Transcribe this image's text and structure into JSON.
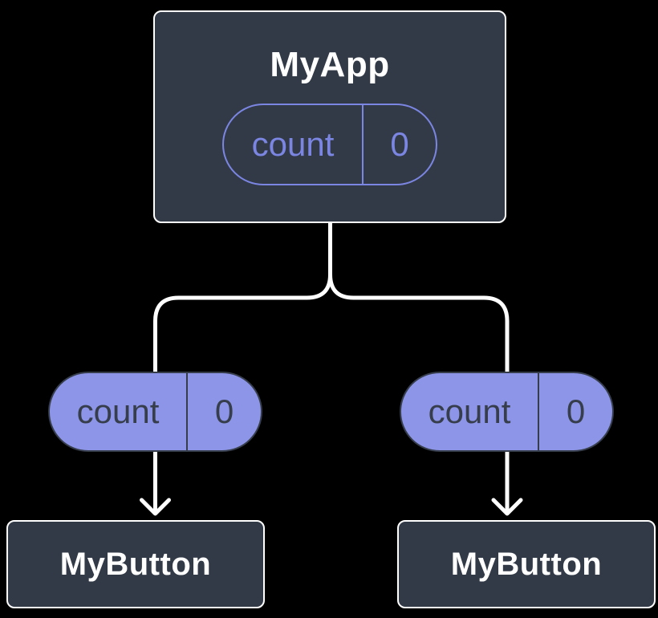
{
  "theme": {
    "bg": "#000000",
    "card-fill": "#333A47",
    "card-border": "#FFFFFF",
    "card-text": "#FFFFFF",
    "pill-fill": "#8D95E9",
    "pill-dark": "#363D4B",
    "pill-outline": "#7B86E2",
    "connector": "#FFFFFF"
  },
  "tree": {
    "root": {
      "label": "MyApp",
      "state": {
        "key": "count",
        "value": "0"
      }
    },
    "children": [
      {
        "label": "MyButton",
        "state": {
          "key": "count",
          "value": "0"
        }
      },
      {
        "label": "MyButton",
        "state": {
          "key": "count",
          "value": "0"
        }
      }
    ]
  }
}
